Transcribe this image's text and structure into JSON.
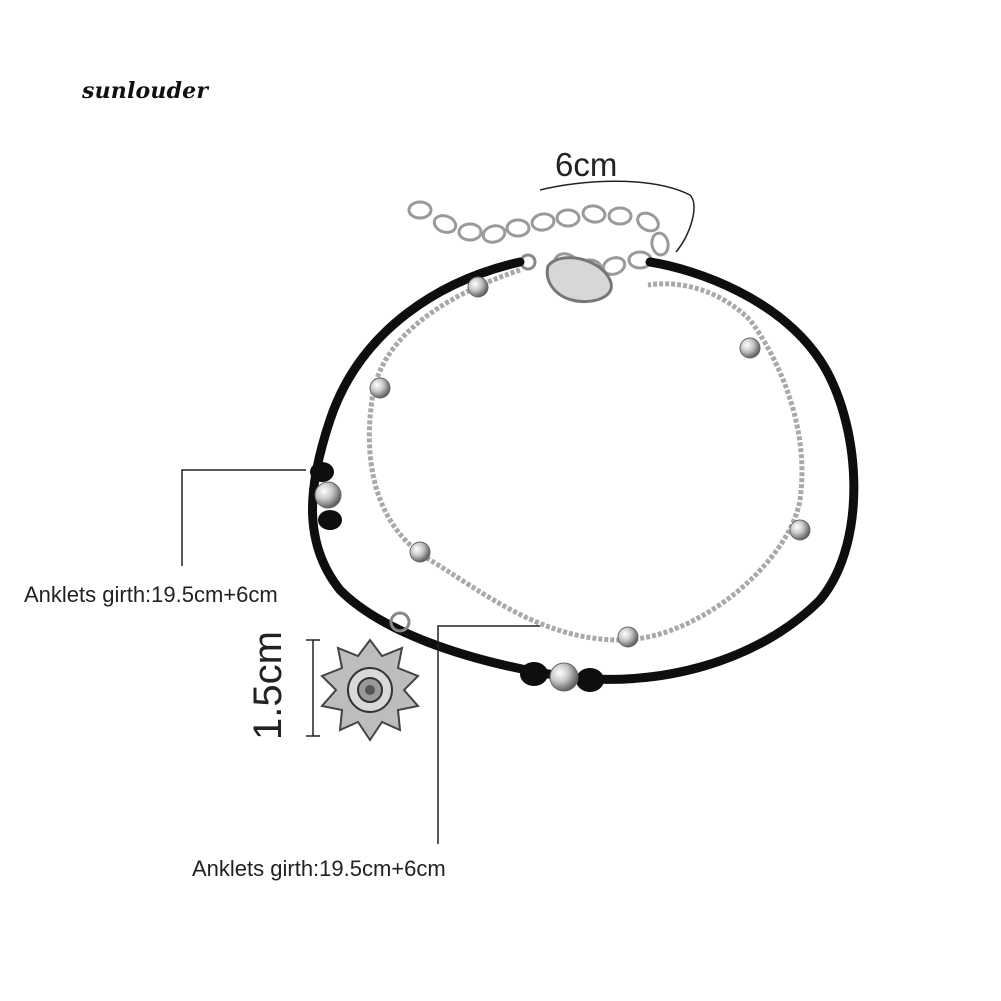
{
  "watermark": "sunlouder",
  "labels": {
    "extender_length": "6cm",
    "girth_cord": "Anklets girth:19.5cm+6cm",
    "charm_size": "1.5cm",
    "girth_chain": "Anklets girth:19.5cm+6cm"
  },
  "colors": {
    "cord": "#0e0e0e",
    "chain": "#a9a9a9",
    "bead": "#c8c8c8",
    "guide_line": "#222222"
  }
}
